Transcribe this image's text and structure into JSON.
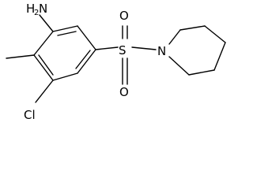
{
  "molecule": {
    "labels": {
      "amine": "H",
      "amine_n": "N",
      "amine_sub": "2",
      "chlorine": "Cl",
      "sulfur": "S",
      "oxygen_top": "O",
      "oxygen_bottom": "O",
      "piperidine_n": "N"
    }
  }
}
